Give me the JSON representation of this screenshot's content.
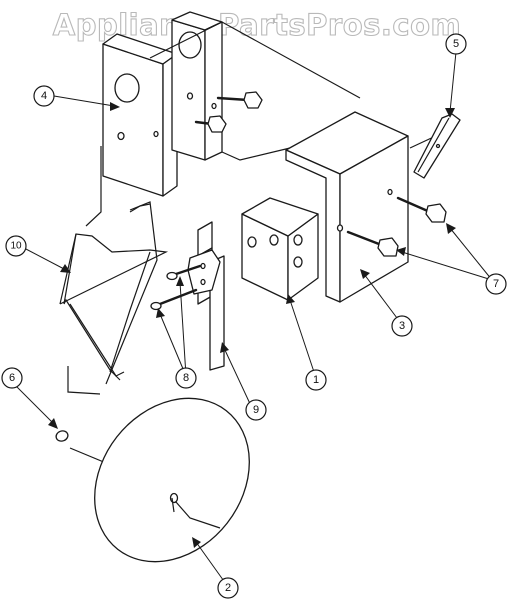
{
  "watermark": "AppliancePartsPros.com",
  "callouts": [
    {
      "label": "1"
    },
    {
      "label": "2"
    },
    {
      "label": "3"
    },
    {
      "label": "4"
    },
    {
      "label": "5"
    },
    {
      "label": "6"
    },
    {
      "label": "7"
    },
    {
      "label": "8"
    },
    {
      "label": "9"
    },
    {
      "label": "10"
    }
  ]
}
